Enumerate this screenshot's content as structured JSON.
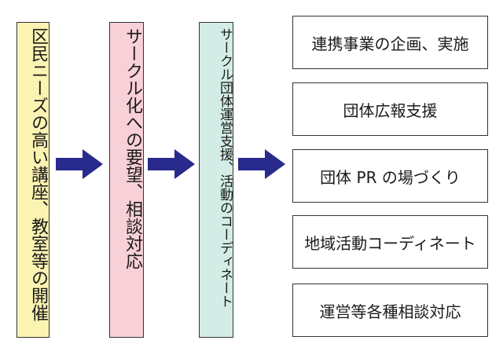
{
  "stages": [
    {
      "text": "区民ニーズの高い講座、教室等の開催",
      "bg": "#fbf3b1"
    },
    {
      "text": "サークル化への要望、相談対応",
      "bg": "#f8d0d7"
    },
    {
      "text": "サークル団体運営支援、活動のコーディネート",
      "bg": "#d3ece6"
    }
  ],
  "activities": [
    "連携事業の企画、実施",
    "団体広報支援",
    "団体 PR の場づくり",
    "地域活動コーディネート",
    "運営等各種相談対応"
  ],
  "colors": {
    "arrow": "#282a8c",
    "border": "#333333"
  }
}
